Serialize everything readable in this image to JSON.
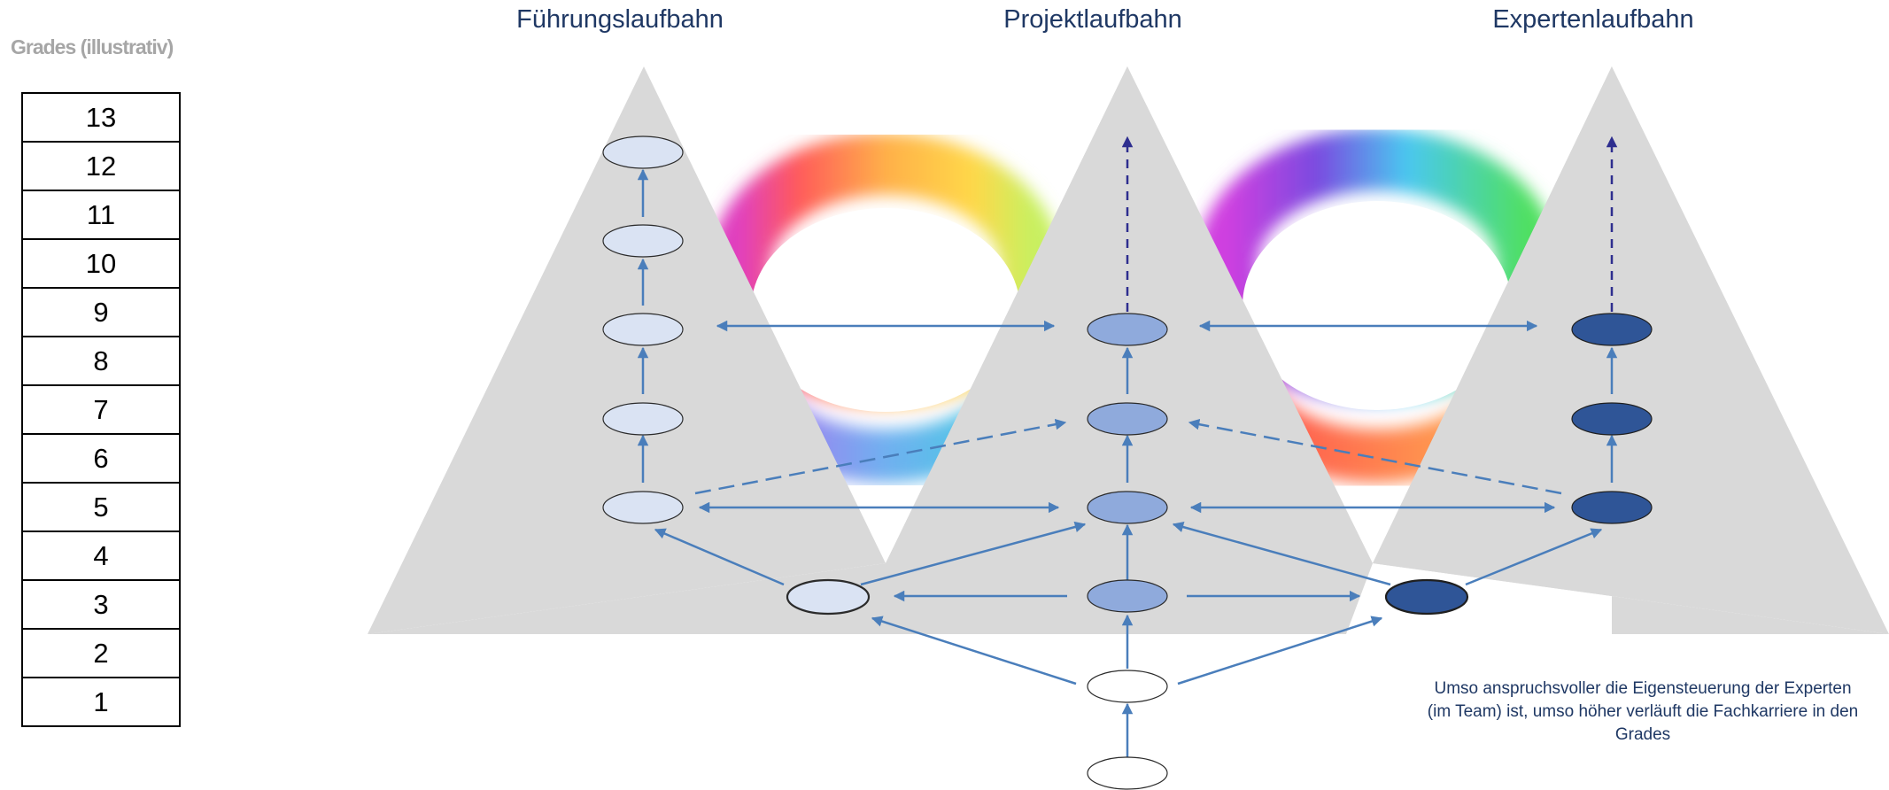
{
  "grades": {
    "label": "Grades (illustrativ)",
    "rows": [
      "13",
      "12",
      "11",
      "10",
      "9",
      "8",
      "7",
      "6",
      "5",
      "4",
      "3",
      "2",
      "1"
    ]
  },
  "columns": [
    {
      "title": "Führungslaufbahn"
    },
    {
      "title": "Projektlaufbahn"
    },
    {
      "title": "Expertenlaufbahn"
    }
  ],
  "note": {
    "lines": [
      "Umso anspruchsvoller die Eigensteuerung der Experten",
      "(im Team) ist, umso höher verläuft die Fachkarriere in den",
      "Grades"
    ]
  },
  "colors": {
    "triangle": "#d9d9d9",
    "arrow": "#4a7ebb",
    "dashed_arrow_up": "#2e2e8f",
    "fuehrung_node": "#dae3f3",
    "projekt_node": "#8faadc",
    "experten_node": "#2f5597",
    "base_node": "#ffffff",
    "text": "#1f3864"
  }
}
